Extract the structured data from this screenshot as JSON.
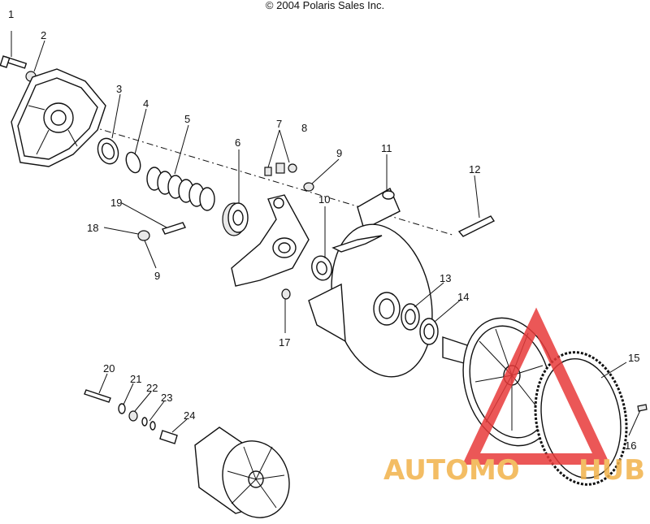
{
  "header": {
    "copyright": "© 2004 Polaris Sales Inc."
  },
  "callouts": [
    "1",
    "2",
    "3",
    "4",
    "5",
    "6",
    "7",
    "8",
    "9",
    "10",
    "11",
    "12",
    "13",
    "14",
    "15",
    "16",
    "17",
    "18",
    "19",
    "9",
    "20",
    "21",
    "22",
    "23",
    "24"
  ],
  "watermark": {
    "text_left": "AUTOMO",
    "text_right": "HUB",
    "color_text": "#f2b24a",
    "color_triangle": "#e83a3a"
  }
}
